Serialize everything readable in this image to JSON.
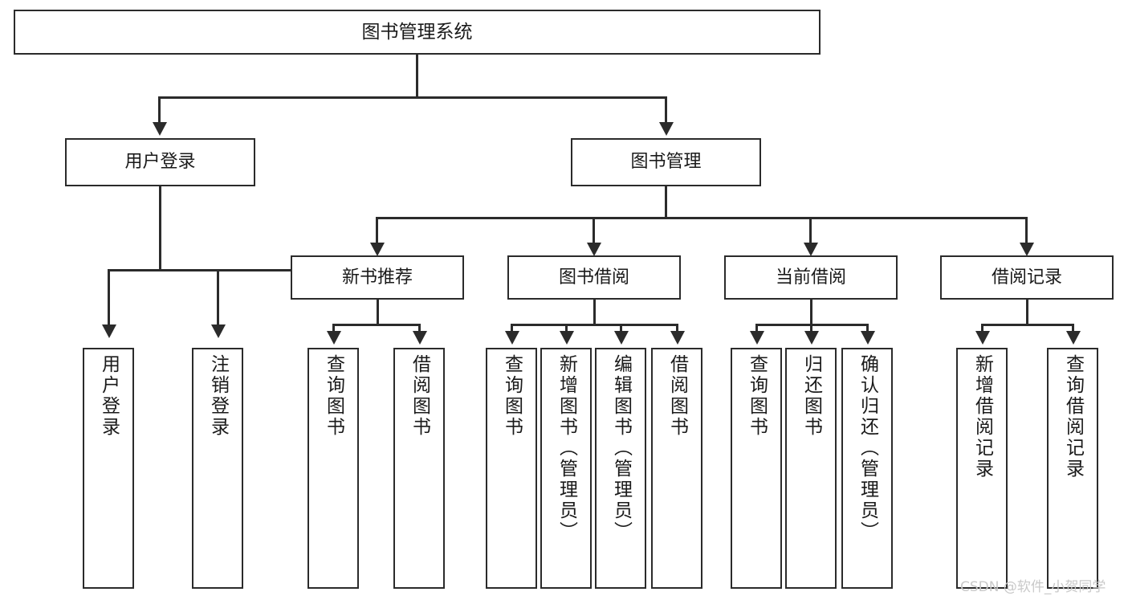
{
  "diagram": {
    "title": "图书管理系统",
    "type": "tree-hierarchy-diagram",
    "root": {
      "label": "图书管理系统"
    },
    "level1": [
      {
        "label": "用户登录"
      },
      {
        "label": "图书管理"
      }
    ],
    "level2": [
      {
        "label": "新书推荐"
      },
      {
        "label": "图书借阅"
      },
      {
        "label": "当前借阅"
      },
      {
        "label": "借阅记录"
      }
    ],
    "leaves": {
      "user_login": [
        {
          "label": "用户登录"
        },
        {
          "label": "注销登录"
        }
      ],
      "new_book_recommend": [
        {
          "label": "查询图书"
        },
        {
          "label": "借阅图书"
        }
      ],
      "book_borrow": [
        {
          "label": "查询图书"
        },
        {
          "label": "新增图书（管理员）"
        },
        {
          "label": "编辑图书（管理员）"
        },
        {
          "label": "借阅图书"
        }
      ],
      "current_borrow": [
        {
          "label": "查询图书"
        },
        {
          "label": "归还图书"
        },
        {
          "label": "确认归还（管理员）"
        }
      ],
      "borrow_record": [
        {
          "label": "新增借阅记录"
        },
        {
          "label": "查询借阅记录"
        }
      ]
    }
  },
  "watermark": {
    "text": "CSDN @软件_小贺同学"
  },
  "colors": {
    "stroke": "#2b2b2b",
    "background": "#ffffff",
    "text": "#1a1a1a",
    "watermark": "#c9c9c9"
  }
}
